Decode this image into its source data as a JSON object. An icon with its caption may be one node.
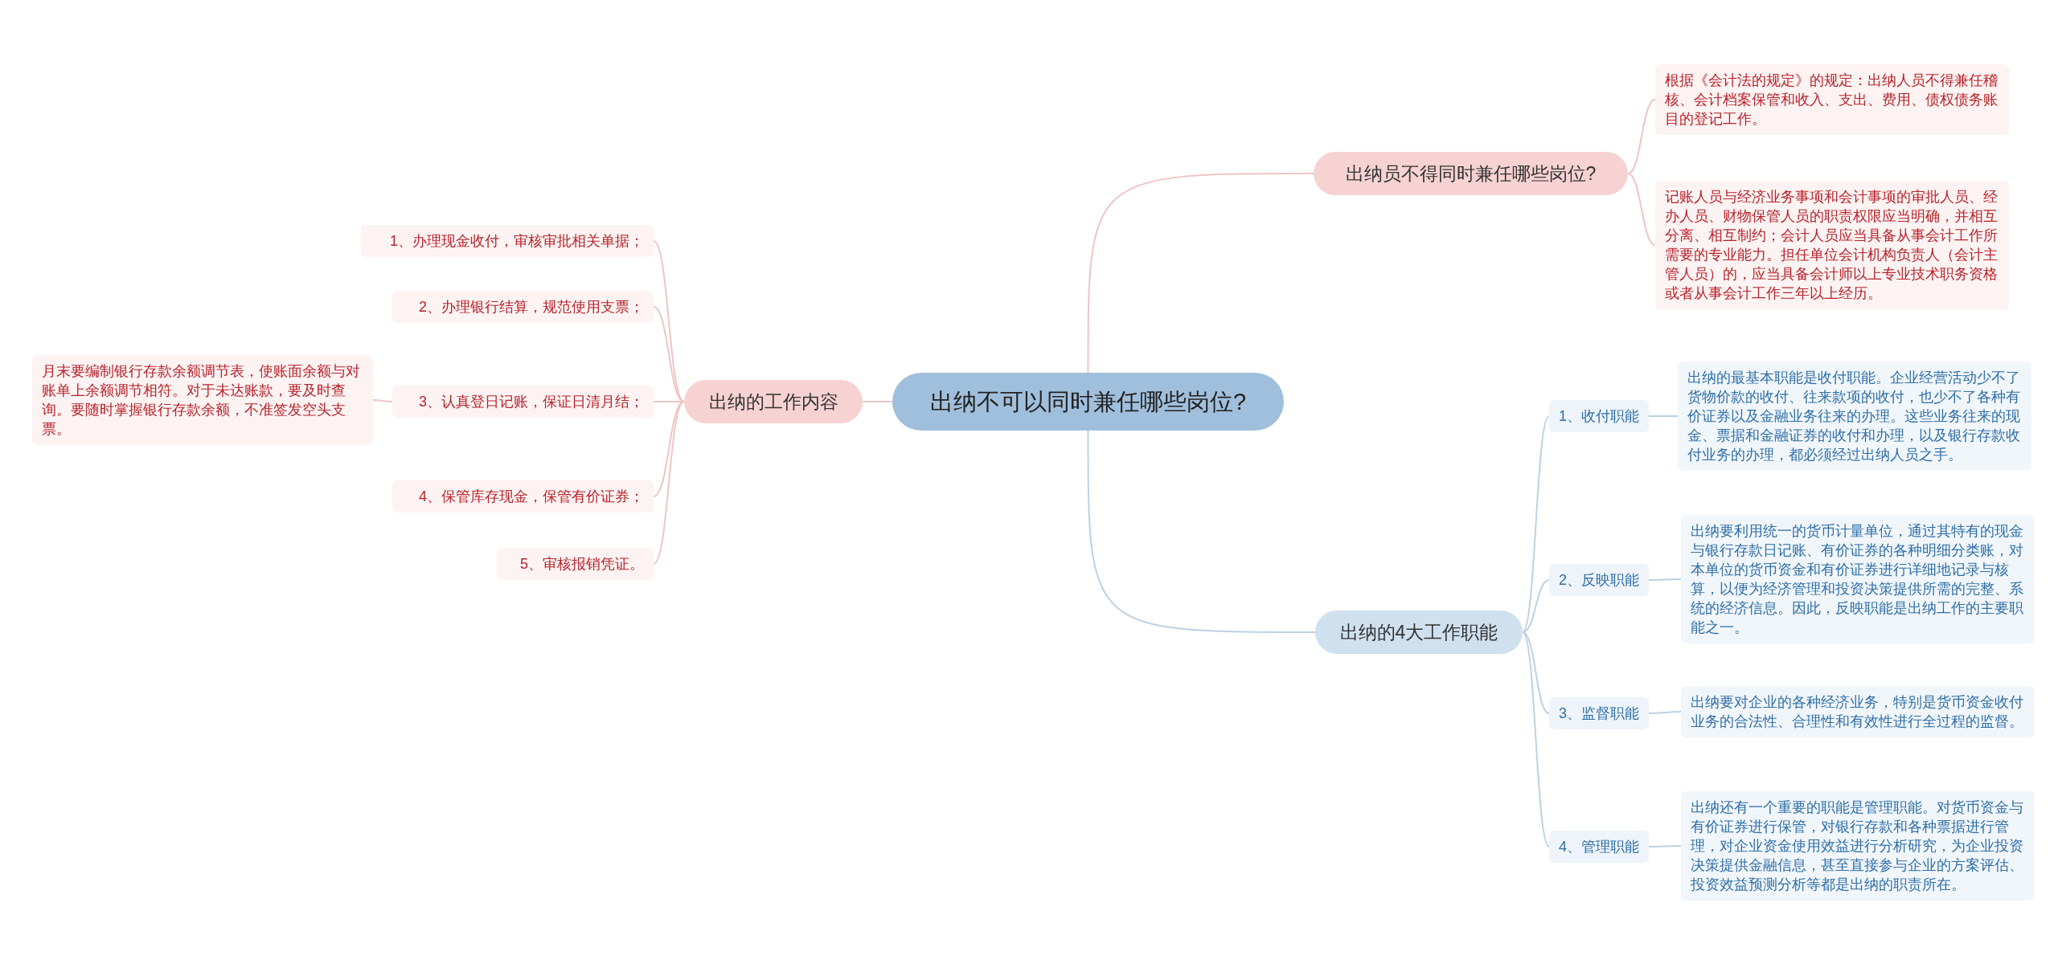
{
  "diagram": {
    "nodes": [
      {
        "text": [
          "出纳不可以同时兼任哪些岗位?"
        ]
      },
      {
        "text": [
          "出纳员不得同时兼任哪些岗位?"
        ]
      },
      {
        "text": [
          "根据《会计法的规定》的规定：出纳人员不得兼任稽核、会计档案保管和收入、支出、费用、债权债务账目的登记工作。"
        ]
      },
      {
        "text": [
          "记账人员与经济业务事项和会计事项的审批人员、经办人员、财物保管人员的职责权限应当明确，并相互分离、相互制约；会计人员应当具备从事会计工作所需要的专业能力。担任单位会计机构负责人（会计主管人员）的，应当具备会计师以上专业技术职务资格或者从事会计工作三年以上经历。"
        ]
      },
      {
        "text": [
          "出纳的工作内容"
        ]
      },
      {
        "text": [
          "1、办理现金收付，审核审批相关单据；"
        ]
      },
      {
        "text": [
          "2、办理银行结算，规范使用支票；"
        ]
      },
      {
        "text": [
          "3、认真登日记账，保证日清月结；"
        ]
      },
      {
        "text": [
          "月末要编制银行存款余额调节表，使账面余额与对账单上余额调节相符。对于未达账款，要及时查询。要随时掌握银行存款余额，不准签发空头支票。"
        ]
      },
      {
        "text": [
          "4、保管库存现金，保管有价证券；"
        ]
      },
      {
        "text": [
          "5、审核报销凭证。"
        ]
      },
      {
        "text": [
          "出纳的4大工作职能"
        ]
      },
      {
        "text": [
          "1、收付职能"
        ]
      },
      {
        "text": [
          "出纳的最基本职能是收付职能。企业经营活动少不了货物价款的收付、往来款项的收付，也少不了各种有价证券以及金融业务往来的办理。这些业务往来的现金、票据和金融证券的收付和办理，以及银行存款收付业务的办理，都必须经过出纳人员之手。"
        ]
      },
      {
        "text": [
          "2、反映职能"
        ]
      },
      {
        "text": [
          "出纳要利用统一的货币计量单位，通过其特有的现金与银行存款日记账、有价证券的各种明细分类账，对本单位的货币资金和有价证券进行详细地记录与核算，以便为经济管理和投资决策提供所需的完整、系统的经济信息。因此，反映职能是出纳工作的主要职能之一。"
        ]
      },
      {
        "text": [
          "3、监督职能"
        ]
      },
      {
        "text": [
          "出纳要对企业的各种经济业务，特别是货币资金收付业务的合法性、合理性和有效性进行全过程的监督。"
        ]
      },
      {
        "text": [
          "4、管理职能"
        ]
      },
      {
        "text": [
          "出纳还有一个重要的职能是管理职能。对货币资金与有价证券进行保管，对银行存款和各种票据进行管理，对企业资金使用效益进行分析研究，为企业投资决策提供金融信息，甚至直接参与企业的方案评估、投资效益预测分析等都是出纳的职责所在。"
        ]
      }
    ],
    "edges": [
      {
        "from": 0,
        "to": 1,
        "arrow": "none"
      },
      {
        "from": 1,
        "to": 2,
        "arrow": "none"
      },
      {
        "from": 1,
        "to": 3,
        "arrow": "none"
      },
      {
        "from": 0,
        "to": 4,
        "arrow": "none"
      },
      {
        "from": 4,
        "to": 5,
        "arrow": "none"
      },
      {
        "from": 4,
        "to": 6,
        "arrow": "none"
      },
      {
        "from": 4,
        "to": 7,
        "arrow": "none"
      },
      {
        "from": 7,
        "to": 8,
        "arrow": "none"
      },
      {
        "from": 4,
        "to": 9,
        "arrow": "none"
      },
      {
        "from": 4,
        "to": 10,
        "arrow": "none"
      },
      {
        "from": 0,
        "to": 11,
        "arrow": "none",
        "color": "#bcd2e3"
      },
      {
        "from": 11,
        "to": 12,
        "arrow": "none",
        "color": "#bcd2e3"
      },
      {
        "from": 12,
        "to": 13,
        "arrow": "none",
        "color": "#bcd2e3"
      },
      {
        "from": 11,
        "to": 14,
        "arrow": "none",
        "color": "#bcd2e3"
      },
      {
        "from": 14,
        "to": 15,
        "arrow": "none",
        "color": "#bcd2e3"
      },
      {
        "from": 11,
        "to": 16,
        "arrow": "none",
        "color": "#bcd2e3"
      },
      {
        "from": 16,
        "to": 17,
        "arrow": "none",
        "color": "#bcd2e3"
      },
      {
        "from": 11,
        "to": 18,
        "arrow": "none",
        "color": "#bcd2e3"
      },
      {
        "from": 18,
        "to": 19,
        "arrow": "none",
        "color": "#bcd2e3"
      }
    ]
  }
}
